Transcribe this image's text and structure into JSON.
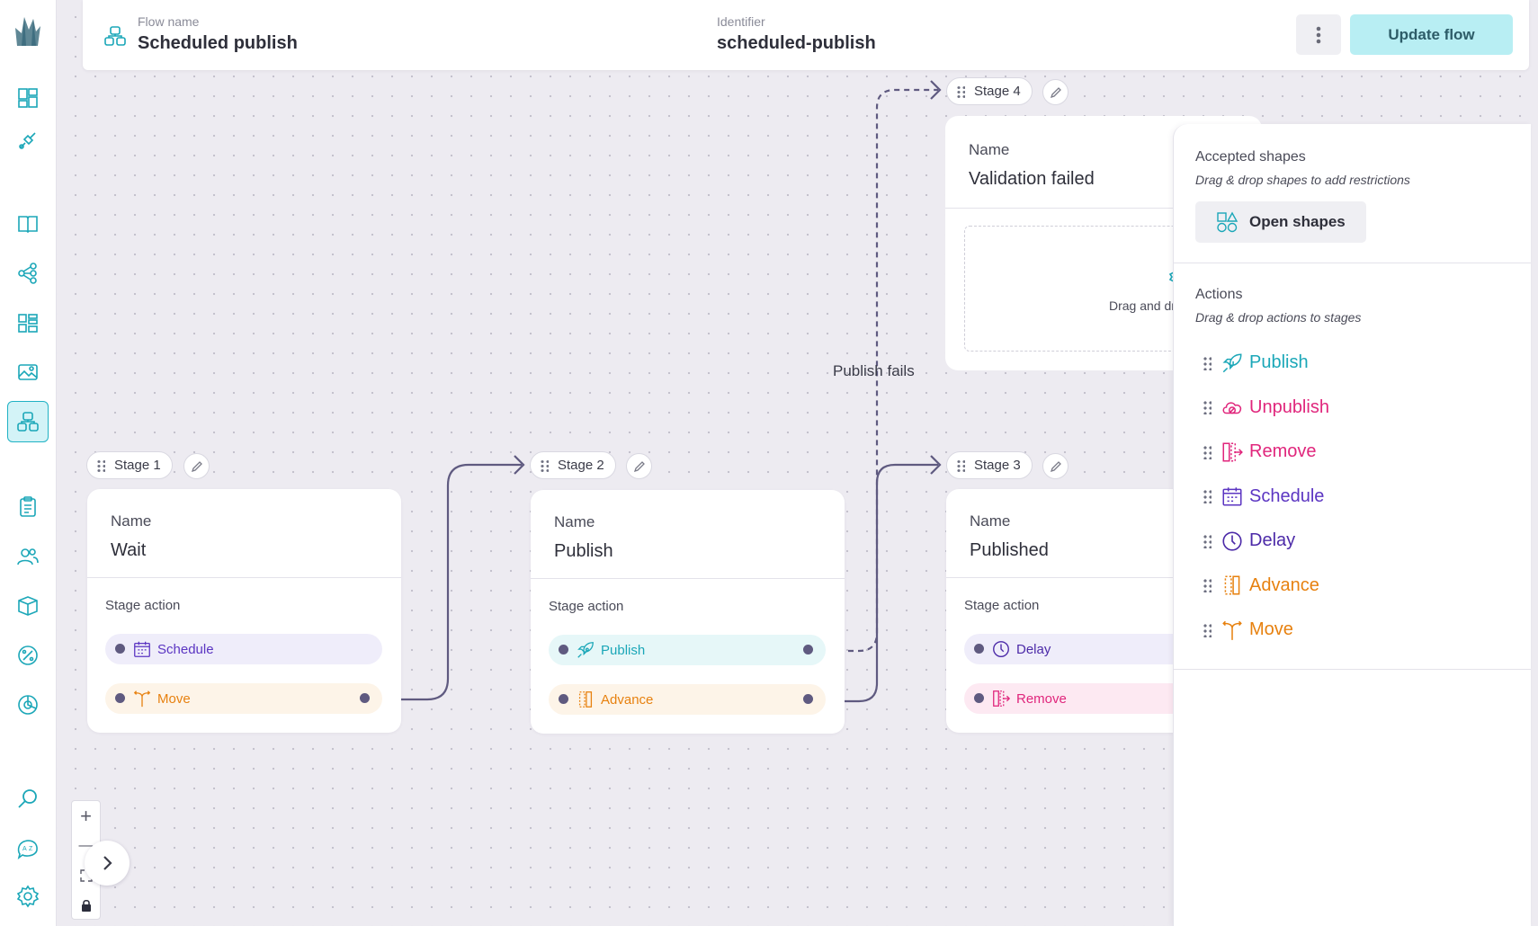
{
  "nav": {
    "icons": [
      "logo",
      "dashboard-icon",
      "plugin-icon",
      "book-icon",
      "graph-icon",
      "blocks-icon",
      "image-icon",
      "workflows-icon",
      "clipboard-icon",
      "users-icon",
      "box-icon",
      "percent-icon",
      "chart-icon",
      "search-icon",
      "translate-icon",
      "gear-icon"
    ],
    "accent": "#20b2c4"
  },
  "header": {
    "flow_name_label": "Flow name",
    "flow_name": "Scheduled publish",
    "identifier_label": "Identifier",
    "identifier": "scheduled-publish",
    "update_button": "Update flow"
  },
  "stages": [
    {
      "tag": "Stage 1",
      "name_label": "Name",
      "name": "Wait",
      "action_label": "Stage action",
      "actions": [
        {
          "label": "Schedule",
          "color": "#5b35c2"
        },
        {
          "label": "Move",
          "color": "#e7810f"
        }
      ]
    },
    {
      "tag": "Stage 2",
      "name_label": "Name",
      "name": "Publish",
      "action_label": "Stage action",
      "actions": [
        {
          "label": "Publish",
          "color": "#1ba7b8"
        },
        {
          "label": "Advance",
          "color": "#e7810f"
        }
      ]
    },
    {
      "tag": "Stage 3",
      "name_label": "Name",
      "name": "Published",
      "action_label": "Stage action",
      "actions": [
        {
          "label": "Delay",
          "color": "#4c2aa8"
        },
        {
          "label": "Remove",
          "color": "#e0267c"
        }
      ]
    },
    {
      "tag": "Stage 4",
      "name_label": "Name",
      "name": "Validation failed",
      "dropzone": "Drag and drop to add acti"
    }
  ],
  "edge_label": "Publish fails",
  "panel": {
    "shapes_title": "Accepted shapes",
    "shapes_sub": "Drag & drop shapes to add restrictions",
    "shapes_button": "Open shapes",
    "actions_title": "Actions",
    "actions_sub": "Drag & drop actions to stages",
    "actions": [
      {
        "label": "Publish",
        "color": "#1ba7b8",
        "icon": "rocket-icon"
      },
      {
        "label": "Unpublish",
        "color": "#e0267c",
        "icon": "cloud-off-icon"
      },
      {
        "label": "Remove",
        "color": "#e0267c",
        "icon": "remove-icon"
      },
      {
        "label": "Schedule",
        "color": "#5b35c2",
        "icon": "calendar-icon"
      },
      {
        "label": "Delay",
        "color": "#4c2aa8",
        "icon": "clock-icon"
      },
      {
        "label": "Advance",
        "color": "#e7810f",
        "icon": "advance-icon"
      },
      {
        "label": "Move",
        "color": "#e7810f",
        "icon": "move-icon"
      }
    ]
  },
  "zoom": {
    "plus": "+",
    "minus": "—"
  }
}
